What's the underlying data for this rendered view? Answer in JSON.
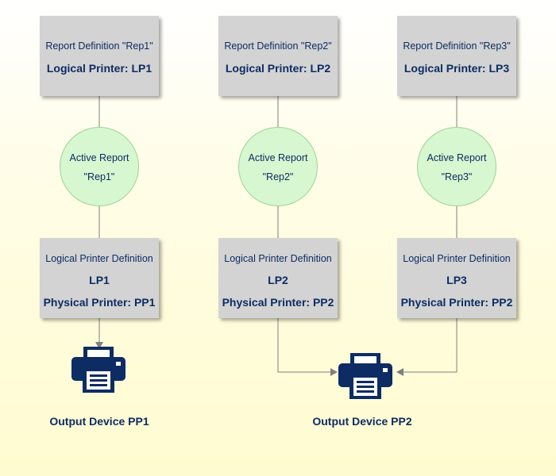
{
  "columns": [
    {
      "report_definition": "Report Definition \"Rep1\"",
      "logical_printer": "Logical Printer: LP1",
      "active_report_title": "Active Report",
      "active_report_name": "\"Rep1\"",
      "lp_def_title": "Logical Printer Definition",
      "lp_def_name": "LP1",
      "physical_printer": "Physical Printer: PP1"
    },
    {
      "report_definition": "Report Definition \"Rep2\"",
      "logical_printer": "Logical Printer: LP2",
      "active_report_title": "Active Report",
      "active_report_name": "\"Rep2\"",
      "lp_def_title": "Logical Printer Definition",
      "lp_def_name": "LP2",
      "physical_printer": "Physical Printer: PP2"
    },
    {
      "report_definition": "Report Definition \"Rep3\"",
      "logical_printer": "Logical Printer: LP3",
      "active_report_title": "Active Report",
      "active_report_name": "\"Rep3\"",
      "lp_def_title": "Logical Printer Definition",
      "lp_def_name": "LP3",
      "physical_printer": "Physical Printer: PP2"
    }
  ],
  "outputs": [
    {
      "label": "Output Device PP1",
      "icon": "printer-icon"
    },
    {
      "label": "Output Device PP2",
      "icon": "printer-icon"
    }
  ],
  "colors": {
    "box_fill": "#d3d3d3",
    "circle_fill": "#d7f7d0",
    "text": "#0d2c63",
    "connector": "#808080",
    "printer": "#0d2c63"
  }
}
